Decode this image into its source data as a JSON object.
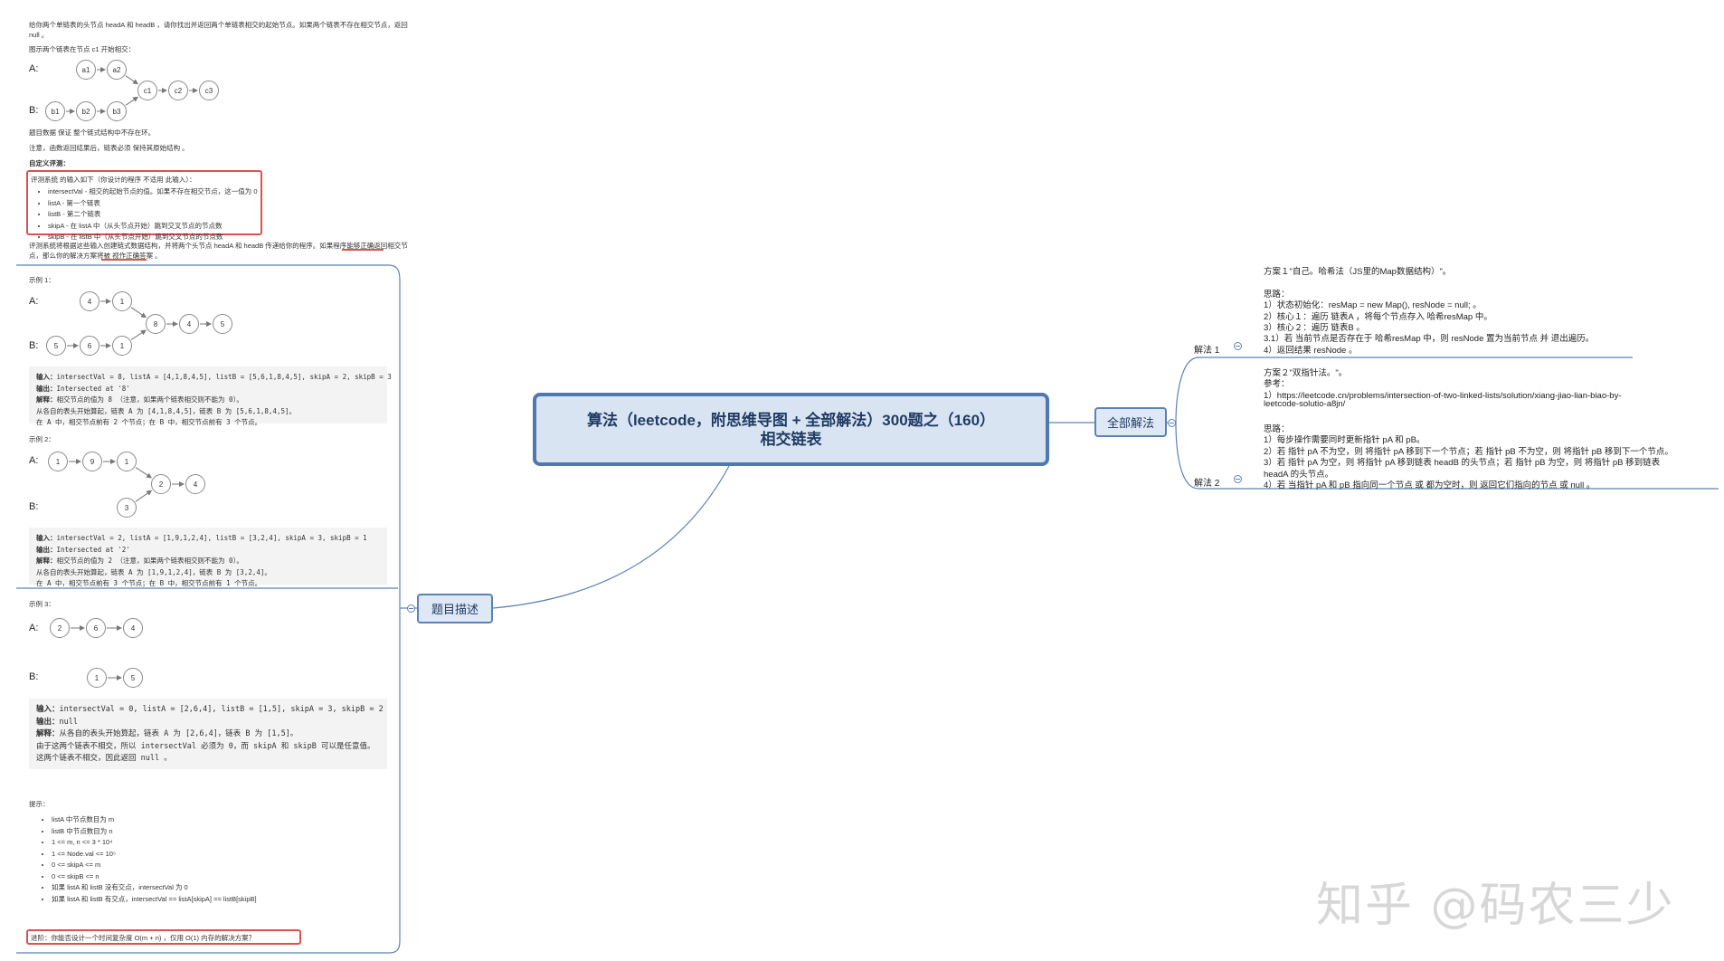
{
  "central": {
    "line1": "算法（leetcode，附思维导图 + 全部解法）300题之（160）",
    "line2": "相交链表"
  },
  "branches": {
    "description": "题目描述",
    "solutions": "全部解法"
  },
  "solutions": {
    "s1": {
      "label": "解法 1",
      "lines": [
        "方案１\"自己。哈希法（JS里的Map数据结构）\"。",
        "",
        "思路：",
        "1）状态初始化：resMap = new Map(), resNode = null; 。",
        "2）核心１：遍历 链表A ，将每个节点存入 哈希resMap 中。",
        "3）核心２：遍历 链表B 。",
        "3.1）若 当前节点是否存在于 哈希resMap 中，则 resNode 置为当前节点 并 退出遍历。",
        "4）返回结果 resNode 。"
      ]
    },
    "s2": {
      "label": "解法 2",
      "lines": [
        "方案２\"双指针法。\"。",
        "参考：",
        "1）https://leetcode.cn/problems/intersection-of-two-linked-lists/solution/xiang-jiao-lian-biao-by-",
        "leetcode-solutio-a8jn/",
        "",
        "思路：",
        "1）每步操作需要同时更新指针 pA 和 pB。",
        "2）若 指针 pA 不为空，则 将指针 pA 移到下一个节点；若 指针 pB 不为空，则 将指针 pB 移到下一个节点。",
        "3）若 指针 pA 为空，则 将指针 pA 移到链表 headB 的头节点；若 指针 pB 为空，则 将指针 pB 移到链表",
        "headA 的头节点。",
        "4）若 当指针 pA 和 pB 指向同一个节点 或 都为空时，则 返回它们指向的节点 或 null 。"
      ]
    }
  },
  "problem": {
    "intro1": "给你两个单链表的头节点 headA 和 headB ，请你找出并返回两个单链表相交的起始节点。如果两个链表不存在相交节点，返回",
    "intro2": "null 。",
    "fig_caption": "图示两个链表在节点 c1 开始相交：",
    "fig_nodes": {
      "A": [
        "a1",
        "a2"
      ],
      "B": [
        "b1",
        "b2",
        "b3"
      ],
      "C": [
        "c1",
        "c2",
        "c3"
      ]
    },
    "row_a": "A:",
    "row_b": "B:",
    "guarantee": "题目数据 保证 整个链式结构中不存在环。",
    "note": "注意，函数返回结果后，链表必须 保持其原始结构 。",
    "custom_title": "自定义评测：",
    "judge_intro": "评测系统 的输入如下（你设计的程序 不适用 此输入）：",
    "judge_items": [
      "intersectVal - 相交的起始节点的值。如果不存在相交节点，这一值为 0",
      "listA - 第一个链表",
      "listB - 第二个链表",
      "skipA - 在 listA 中（从头节点开始）跳到交叉节点的节点数",
      "skipB - 在 listB 中（从头节点开始）跳到交叉节点的节点数"
    ],
    "judge_tail1": "评测系统将根据这些输入创建链式数据结构，并将两个头节点 headA 和 headB 传递给你的程序。如果程序能够正确返回相交节",
    "judge_tail2": "点，那么你的解决方案将被 视作正确答案 。",
    "ex1": {
      "title": "示例 1：",
      "A": [
        "4",
        "1"
      ],
      "B": [
        "5",
        "6",
        "1"
      ],
      "C": [
        "8",
        "4",
        "5"
      ],
      "lines": [
        "输入：intersectVal = 8, listA = [4,1,8,4,5], listB = [5,6,1,8,4,5], skipA = 2, skipB = 3",
        "输出：Intersected at '8'",
        "解释：相交节点的值为 8 （注意，如果两个链表相交则不能为 0）。",
        "从各自的表头开始算起，链表 A 为 [4,1,8,4,5]，链表 B 为 [5,6,1,8,4,5]。",
        "在 A 中，相交节点前有 2 个节点；在 B 中，相交节点前有 3 个节点。"
      ]
    },
    "ex2": {
      "title": "示例 2：",
      "A": [
        "1",
        "9",
        "1"
      ],
      "B": [
        "3"
      ],
      "C": [
        "2",
        "4"
      ],
      "lines": [
        "输入：intersectVal = 2, listA = [1,9,1,2,4], listB = [3,2,4], skipA = 3, skipB = 1",
        "输出：Intersected at '2'",
        "解释：相交节点的值为 2 （注意，如果两个链表相交则不能为 0）。",
        "从各自的表头开始算起，链表 A 为 [1,9,1,2,4]，链表 B 为 [3,2,4]。",
        "在 A 中，相交节点前有 3 个节点；在 B 中，相交节点前有 1 个节点。"
      ]
    },
    "ex3": {
      "title": "示例 3：",
      "A": [
        "2",
        "6",
        "4"
      ],
      "B": [
        "1",
        "5"
      ],
      "lines": [
        "输入：intersectVal = 0, listA = [2,6,4], listB = [1,5], skipA = 3, skipB = 2",
        "输出：null",
        "解释：从各自的表头开始算起，链表 A 为 [2,6,4]，链表 B 为 [1,5]。",
        "由于这两个链表不相交，所以 intersectVal 必须为 0，而 skipA 和 skipB 可以是任意值。",
        "这两个链表不相交，因此返回 null 。"
      ]
    },
    "hints_title": "提示：",
    "hints": [
      "listA 中节点数目为 m",
      "listB 中节点数目为 n",
      "1 <= m, n <= 3 * 10⁴",
      "1 <= Node.val <= 10⁵",
      "0 <= skipA <= m",
      "0 <= skipB <= n",
      "如果 listA 和 listB 没有交点，intersectVal 为 0",
      "如果 listA 和 listB 有交点，intersectVal == listA[skipA] == listB[skipB]"
    ],
    "advanced": "进阶：你能否设计一个时间复杂度 O(m + n) ，仅用 O(1) 内存的解决方案？"
  },
  "watermark": "知乎 @码农三少"
}
